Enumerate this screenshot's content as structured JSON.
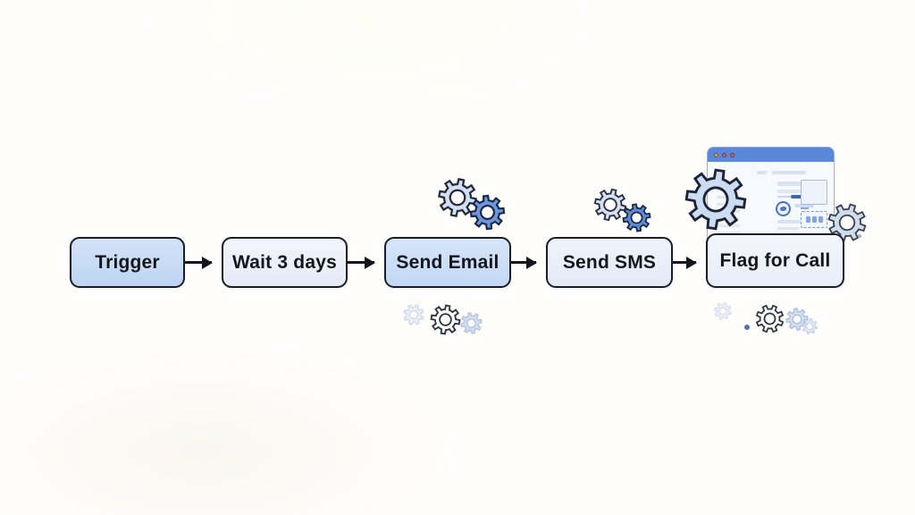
{
  "diagram": {
    "type": "flowchart",
    "direction": "left-to-right",
    "nodes": [
      {
        "id": "trigger",
        "label": "Trigger",
        "fill": "#c7dcf5"
      },
      {
        "id": "wait-3-days",
        "label": "Wait 3 days",
        "fill": "#ecf1f9"
      },
      {
        "id": "send-email",
        "label": "Send Email",
        "fill": "#cadef6"
      },
      {
        "id": "send-sms",
        "label": "Send SMS",
        "fill": "#eaf0f9"
      },
      {
        "id": "flag-for-call",
        "label": "Flag for Call",
        "fill": "#eef3fb"
      }
    ],
    "connections": [
      {
        "from": "trigger",
        "to": "wait-3-days"
      },
      {
        "from": "wait-3-days",
        "to": "send-email"
      },
      {
        "from": "send-email",
        "to": "send-sms"
      },
      {
        "from": "send-sms",
        "to": "flag-for-call"
      }
    ],
    "node_border_color": "#1a1e29",
    "node_text_color": "#14161d",
    "arrow_color": "#14161d"
  },
  "decor": {
    "icons": [
      "gear-icon",
      "browser-window-icon"
    ],
    "gear_colors": {
      "light_fill": "#d2dff3",
      "blue_fill": "#6e96dd",
      "dark_outline": "#202940",
      "pale_fill": "#cdd9ee",
      "faint_outline": "#2e3440"
    },
    "browser_window": {
      "header_color": "#5b87d8",
      "body_color": "#f6f9fd",
      "frame_color": "#9db1d6",
      "traffic_light_colors": [
        "#e0a33e",
        "#a96a85",
        "#c96161"
      ],
      "content_bar_color": "#d8e2f1",
      "accent_color": "#4a71c4"
    }
  }
}
